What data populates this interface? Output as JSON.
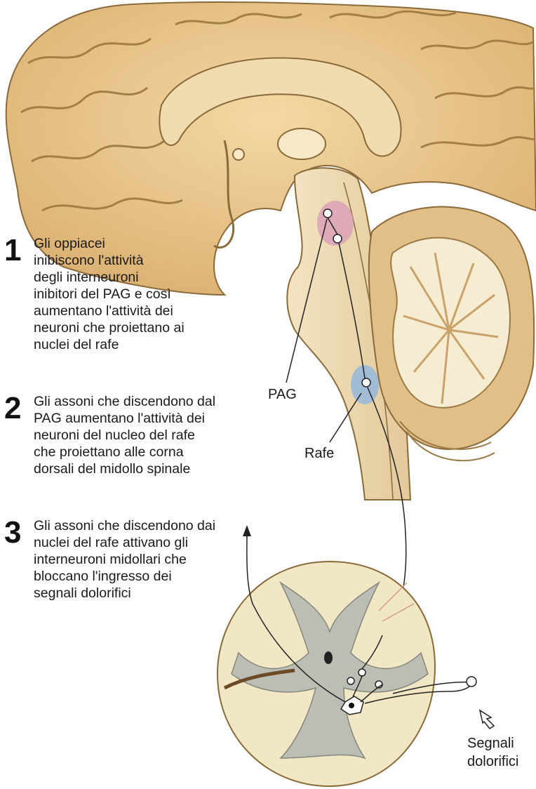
{
  "steps": [
    {
      "number": "1",
      "text": "Gli oppiacei\ninibiscono l'attività\ndegli interneuroni\ninibitori del PAG e così\naumentano l'attività dei\nneuroni che proiettano ai\nnuclei del rafe"
    },
    {
      "number": "2",
      "text": "Gli assoni che discendono dal\nPAG aumentano l'attività dei\nneuroni del nucleo del rafe\nche proiettano alle corna\ndorsali del midollo spinale"
    },
    {
      "number": "3",
      "text": "Gli assoni che discendono dai\nnuclei del rafe attivano gli\ninterneuroni midollari che\nbloccano l'ingresso dei\nsegnali dolorifici"
    }
  ],
  "labels": {
    "pag": "PAG",
    "rafe": "Rafe",
    "pain_signals": "Segnali\ndolorifici"
  },
  "colors": {
    "brain_tissue": "#e8c48c",
    "brain_outline": "#8a6a3a",
    "pag_highlight": "#d99ab8",
    "rafe_highlight": "#8fb6e0",
    "spinal_grey_matter": "#b9bcb4",
    "spinal_white_matter": "#f2e7c4"
  }
}
